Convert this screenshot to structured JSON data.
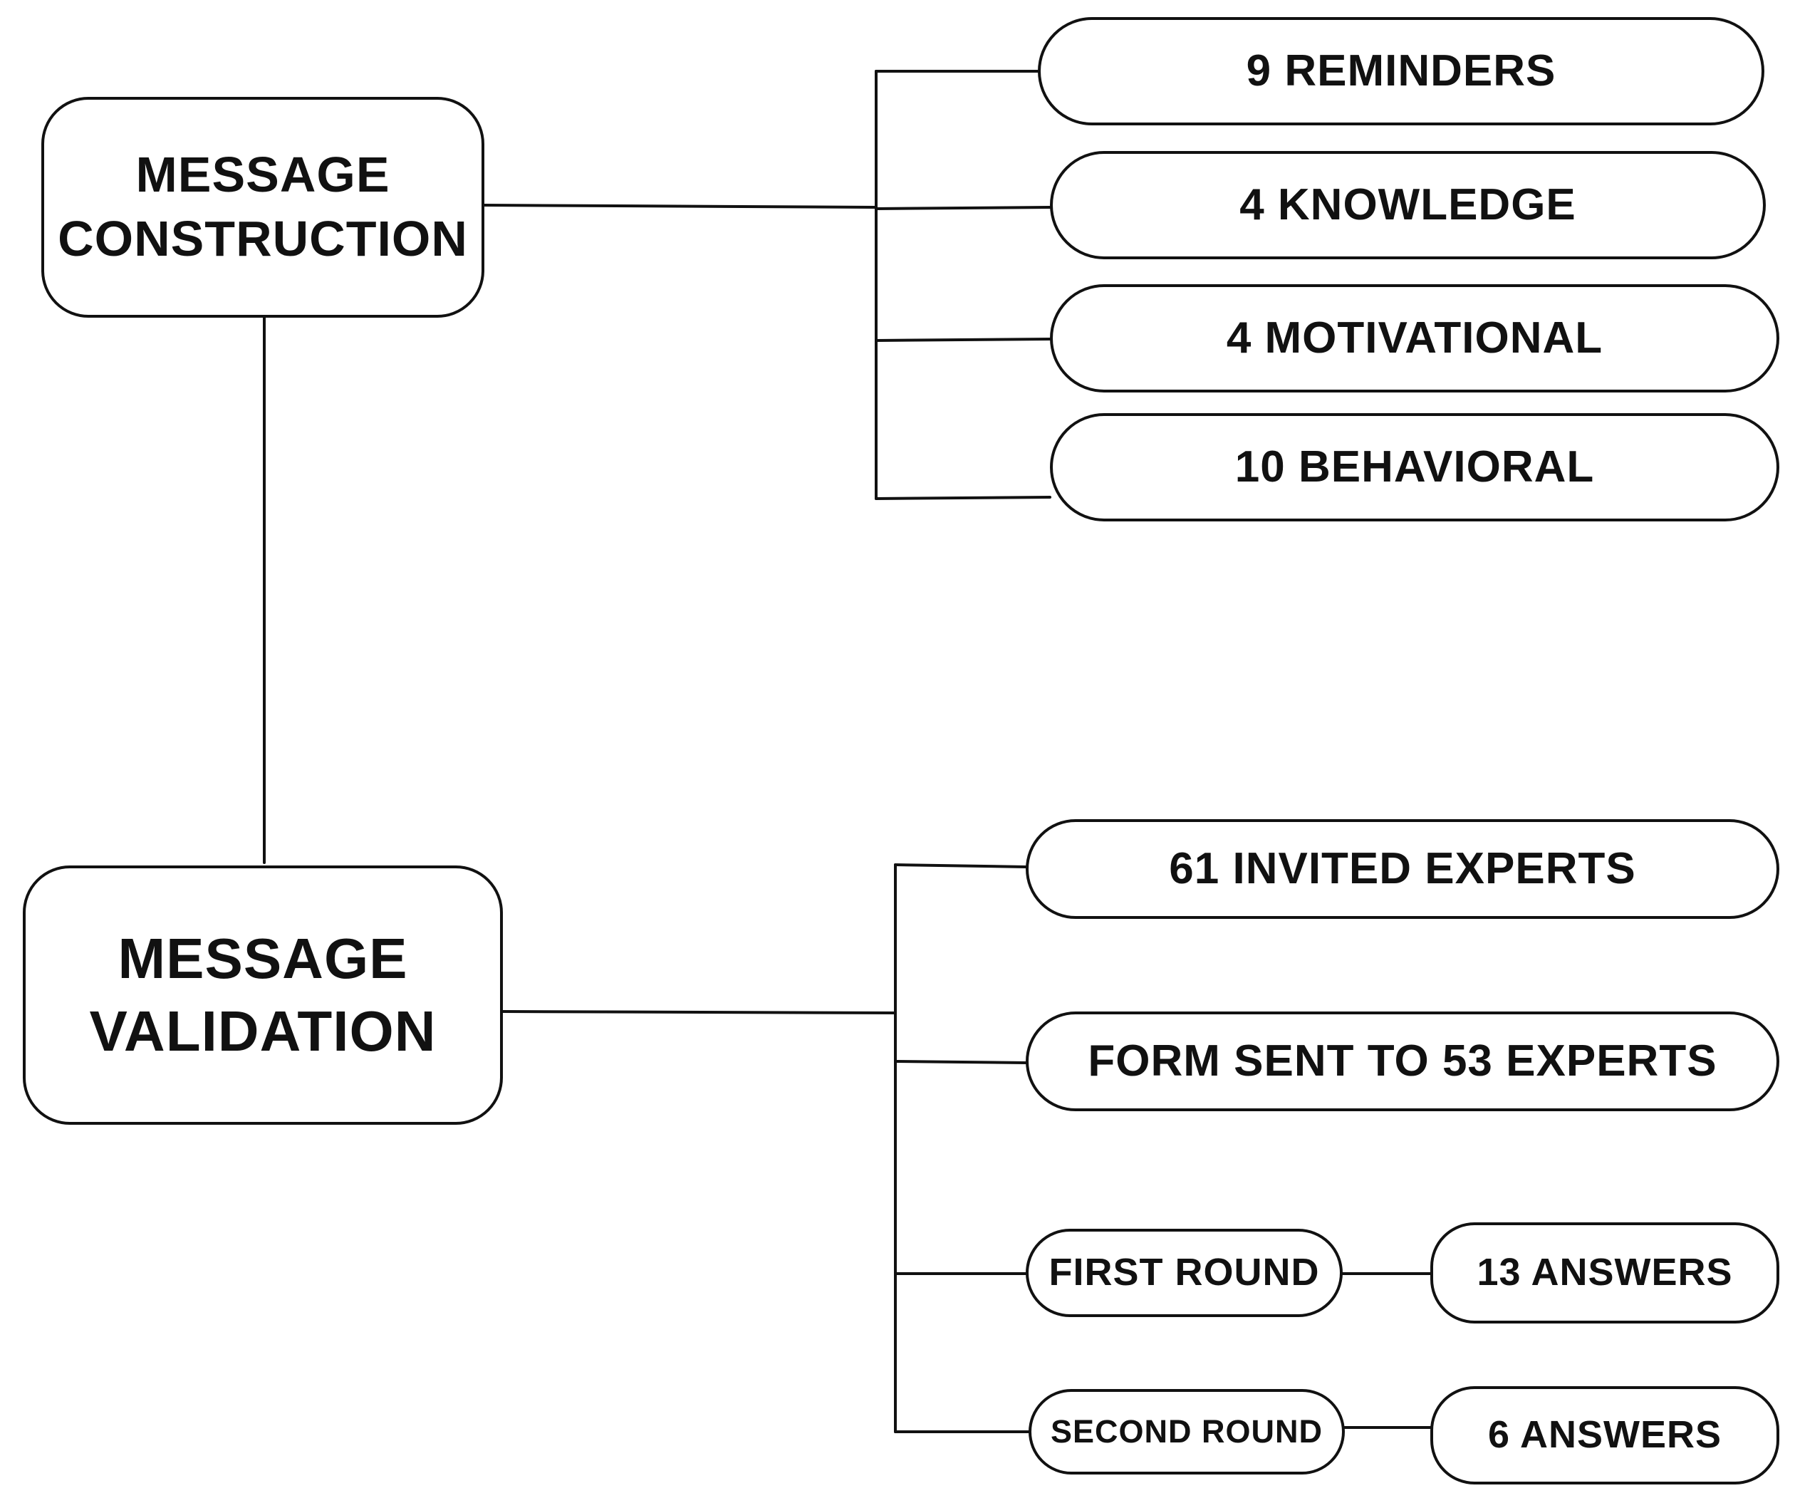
{
  "construction": {
    "title_line1": "MESSAGE",
    "title_line2": "CONSTRUCTION",
    "items": [
      {
        "label": "9 REMINDERS"
      },
      {
        "label": "4 KNOWLEDGE"
      },
      {
        "label": "4 MOTIVATIONAL"
      },
      {
        "label": "10 BEHAVIORAL"
      }
    ]
  },
  "validation": {
    "title_line1": "MESSAGE",
    "title_line2": "VALIDATION",
    "items": [
      {
        "label": "61 INVITED EXPERTS"
      },
      {
        "label": "FORM SENT TO 53 EXPERTS"
      }
    ],
    "rounds": [
      {
        "round": "FIRST ROUND",
        "answers": "13 ANSWERS"
      },
      {
        "round": "SECOND ROUND",
        "answers": "6 ANSWERS"
      }
    ]
  }
}
